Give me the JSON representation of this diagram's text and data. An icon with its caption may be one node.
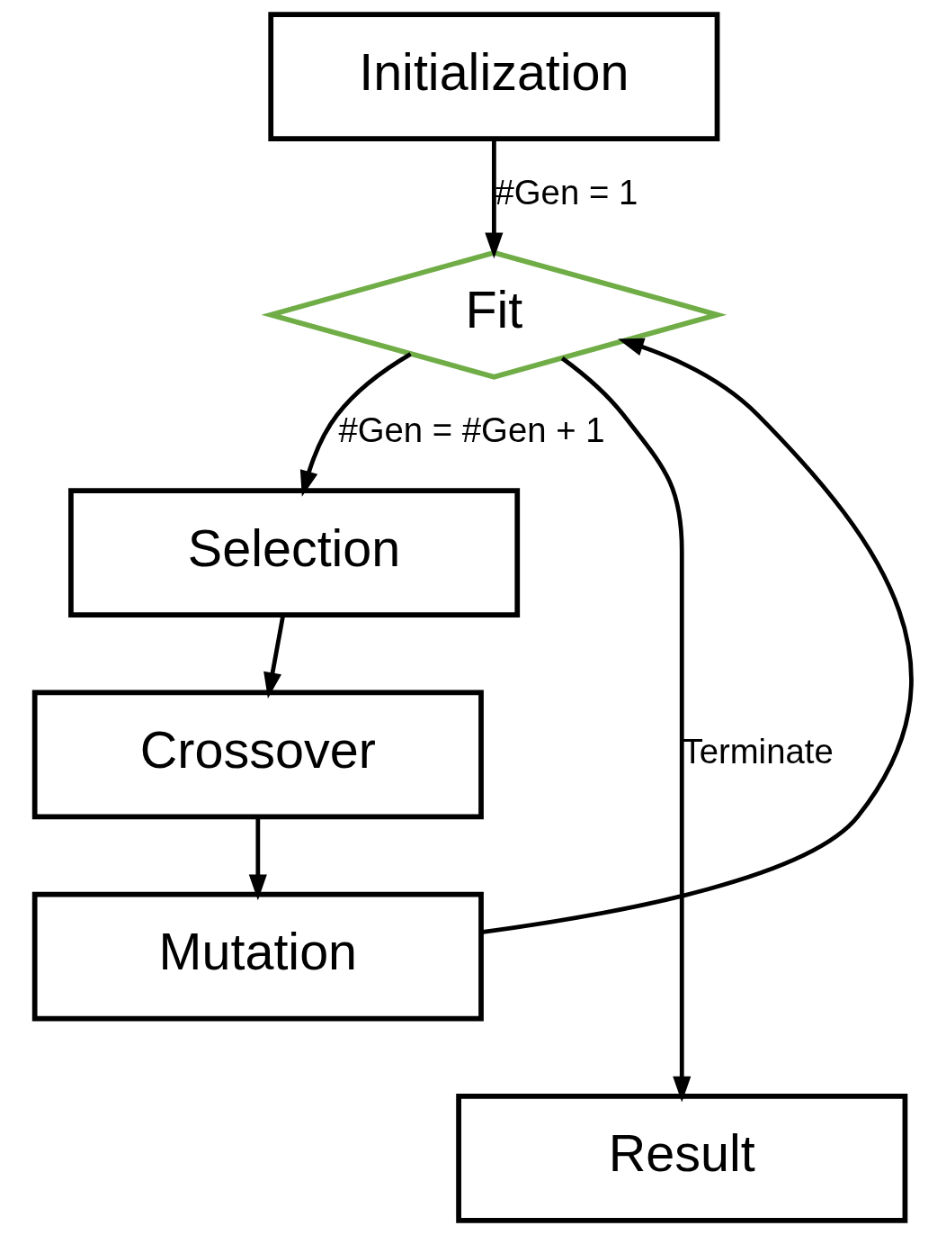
{
  "diagram": {
    "nodes": [
      {
        "text": [
          "Initialization"
        ]
      },
      {
        "text": [
          "Fit"
        ]
      },
      {
        "text": [
          "Selection"
        ]
      },
      {
        "text": [
          "Crossover"
        ]
      },
      {
        "text": [
          "Mutation"
        ]
      },
      {
        "text": [
          "Result"
        ]
      }
    ],
    "edges": [
      {
        "from": 0,
        "to": 1,
        "arrow": "to",
        "label": "#Gen = 1"
      },
      {
        "from": 1,
        "to": 2,
        "arrow": "to",
        "label": "#Gen = #Gen + 1"
      },
      {
        "from": 2,
        "to": 3,
        "arrow": "to"
      },
      {
        "from": 3,
        "to": 4,
        "arrow": "to"
      },
      {
        "from": 4,
        "to": 1,
        "arrow": "to"
      },
      {
        "from": 1,
        "to": 5,
        "arrow": "to",
        "label": "Terminate"
      }
    ]
  }
}
